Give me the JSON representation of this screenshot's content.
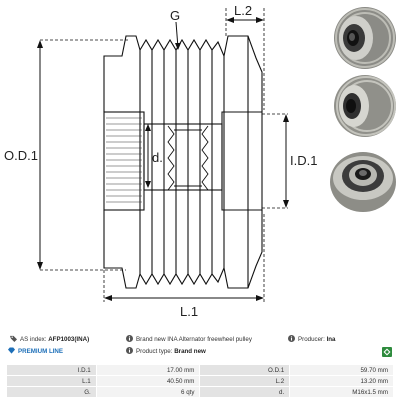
{
  "drawing": {
    "labels": {
      "g": "G",
      "l2": "L.2",
      "od1": "O.D.1",
      "id1": "I.D.1",
      "d": "d.",
      "l1": "L.1"
    }
  },
  "photos": [
    {
      "icon": "pulley-photo-front"
    },
    {
      "icon": "pulley-photo-angle"
    },
    {
      "icon": "pulley-photo-rear"
    }
  ],
  "info": {
    "as_index_label": "AS index:",
    "as_index_value": "AFP1003(INA)",
    "description": "Brand new INA Alternator freewheel pulley",
    "producer_label": "Producer:",
    "producer_value": "Ina",
    "premium_label": "PREMIUM LINE",
    "product_type_label": "Product type:",
    "product_type_value": "Brand new"
  },
  "specs": {
    "rows": [
      {
        "label_a": "I.D.1",
        "value_a": "17.00 mm",
        "label_b": "O.D.1",
        "value_b": "59.70 mm"
      },
      {
        "label_a": "L.1",
        "value_a": "40.50 mm",
        "label_b": "L.2",
        "value_b": "13.20 mm"
      },
      {
        "label_a": "G.",
        "value_a": "6 qty",
        "label_b": "d.",
        "value_b": "M16x1.5 mm"
      }
    ]
  },
  "colors": {
    "line": "#111111",
    "accent_blue": "#1d6fb8",
    "logo_green": "#2e8b3d"
  }
}
